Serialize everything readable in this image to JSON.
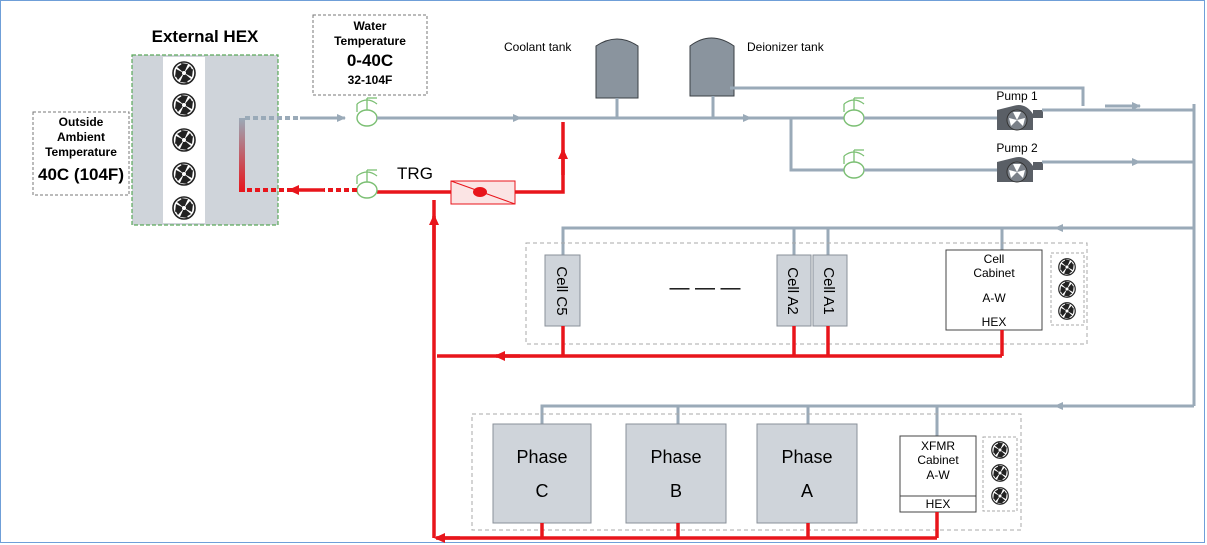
{
  "external_hex": {
    "title": "External HEX"
  },
  "outside_ambient": {
    "line1": "Outside",
    "line2": "Ambient",
    "line3": "Temperature",
    "value": "40C (104F)"
  },
  "water_temperature": {
    "line1": "Water",
    "line2": "Temperature",
    "range_c": "0-40C",
    "range_f": "32-104F"
  },
  "tanks": {
    "coolant": "Coolant tank",
    "deionizer": "Deionizer tank"
  },
  "pumps": {
    "pump1": "Pump 1",
    "pump2": "Pump 2"
  },
  "trg": "TRG",
  "cells": {
    "c5": "Cell C5",
    "a2": "Cell A2",
    "a1": "Cell A1",
    "dashes": "— — —"
  },
  "cell_cabinet": {
    "line1": "Cell",
    "line2": "Cabinet",
    "line3": "A-W",
    "line4": "HEX"
  },
  "phases": [
    {
      "title": "Phase",
      "letter": "C"
    },
    {
      "title": "Phase",
      "letter": "B"
    },
    {
      "title": "Phase",
      "letter": "A"
    }
  ],
  "xfmr_cabinet": {
    "line1": "XFMR",
    "line2": "Cabinet",
    "line3": "A-W",
    "line4": "HEX"
  },
  "colors": {
    "cold_pipe": "#9aaab8",
    "hot_pipe": "#e8151b",
    "component_fill": "#cfd4da",
    "frame": "#6f9fd8"
  }
}
